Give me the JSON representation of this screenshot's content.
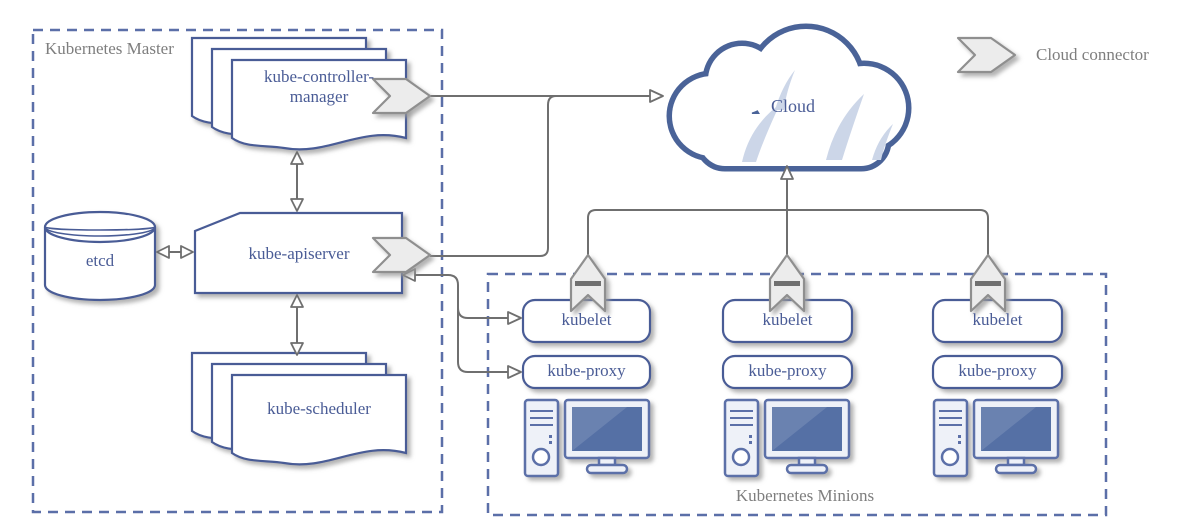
{
  "master": {
    "title": "Kubernetes Master",
    "controller_manager": {
      "line1": "kube-controller-",
      "line2": "manager"
    },
    "etcd_label": "etcd",
    "apiserver_label": "kube-apiserver",
    "scheduler_label": "kube-scheduler"
  },
  "cloud": {
    "label": "Cloud"
  },
  "legend": {
    "label": "Cloud connector"
  },
  "minions": {
    "title": "Kubernetes Minions",
    "nodes": [
      {
        "kubelet": "kubelet",
        "proxy": "kube-proxy"
      },
      {
        "kubelet": "kubelet",
        "proxy": "kube-proxy"
      },
      {
        "kubelet": "kubelet",
        "proxy": "kube-proxy"
      }
    ]
  },
  "icons": {
    "cloud_connector": "chevron-arrow",
    "controller_manager": "stacked-documents",
    "scheduler": "stacked-documents",
    "etcd": "database-cylinder",
    "apiserver": "card-shape",
    "node_hardware": "desktop-computer"
  },
  "colors": {
    "shape_border": "#4a5c96",
    "label_text": "#4a5c96",
    "dashed_border": "#5b6fa8",
    "gray_text": "#7e7e7e",
    "line": "#6f6f6f",
    "connector_fill": "#ececec",
    "connector_border": "#8f8f8f",
    "cloud_border": "#4a6398",
    "cloud_sheen": "#ccd6e8",
    "screen_blue": "#5570a5",
    "panel_fill": "#eef1f8",
    "background": "#ffffff"
  }
}
